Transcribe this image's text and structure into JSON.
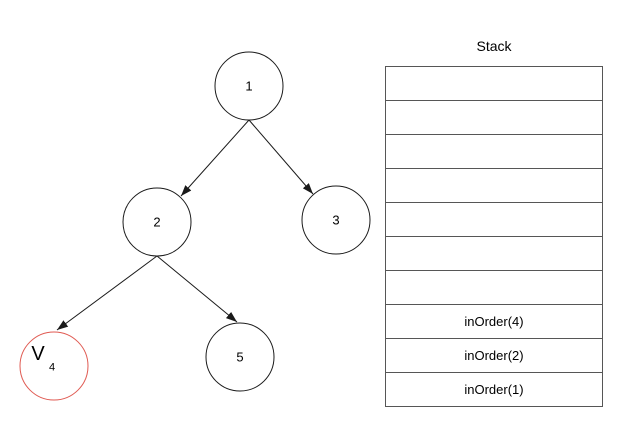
{
  "tree": {
    "nodes": [
      {
        "id": "1",
        "label": "1",
        "visited": false
      },
      {
        "id": "2",
        "label": "2",
        "visited": false
      },
      {
        "id": "3",
        "label": "3",
        "visited": false
      },
      {
        "id": "4",
        "label": "V",
        "subscript": "4",
        "visited": true
      },
      {
        "id": "5",
        "label": "5",
        "visited": false
      }
    ],
    "edges": [
      {
        "from": "1",
        "to": "2"
      },
      {
        "from": "1",
        "to": "3"
      },
      {
        "from": "2",
        "to": "4"
      },
      {
        "from": "2",
        "to": "5"
      }
    ]
  },
  "stack": {
    "title": "Stack",
    "cells": [
      "",
      "",
      "",
      "",
      "",
      "",
      "",
      "inOrder(4)",
      "inOrder(2)",
      "inOrder(1)"
    ]
  },
  "colors": {
    "background": "#ffffff",
    "node_stroke": "#1a1a1a",
    "visited_node_stroke": "#e05a52",
    "edge_stroke": "#1a1a1a",
    "stack_border": "#565656",
    "text": "#000000"
  }
}
